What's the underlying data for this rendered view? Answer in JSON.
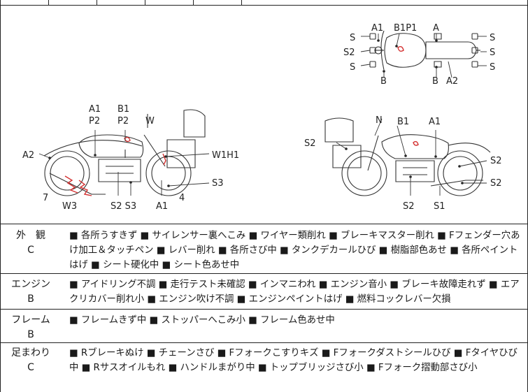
{
  "diagram": {
    "top_labels": {
      "a1": "A1",
      "b1p1": "B1P1",
      "a_top": "A",
      "s1": "S",
      "s2": "S2",
      "s3": "S",
      "b": "B",
      "b2": "B",
      "a2": "A2",
      "rs1": "S",
      "rs2": "S",
      "rs3": "S"
    },
    "left_labels": {
      "a1": "A1",
      "p2": "P2",
      "b1": "B1",
      "p2b": "P2",
      "w": "W",
      "a2": "A2",
      "w1h1": "W1H1",
      "s3r": "S3",
      "n7": "7",
      "w3": "W3",
      "s2s3": "S2 S3",
      "a1b": "A1",
      "n4": "4"
    },
    "right_labels": {
      "n": "N",
      "b1": "B1",
      "a1": "A1",
      "s2l": "S2",
      "s2a": "S2",
      "s2b": "S2",
      "s2c": "S2",
      "s1": "S1"
    }
  },
  "rows": [
    {
      "name": "外　観",
      "grade": "C",
      "text": "■ 各所うすきず ■ サイレンサー裏へこみ ■ ワイヤー類削れ ■ ブレーキマスター削れ ■ Fフェンダー穴あけ加工＆タッチペン ■ レバー削れ ■ 各所さび中 ■ タンクデカールひび ■ 樹脂部色あせ ■ 各所ペイントはげ ■ シート硬化中 ■ シート色あせ中"
    },
    {
      "name": "エンジン",
      "grade": "B",
      "text": "■ アイドリング不調 ■ 走行テスト未確認 ■ インマニわれ ■ エンジン音小 ■ ブレーキ故障走れず ■ エアクリカバー削れ小 ■ エンジン吹け不調 ■ エンジンペイントはげ ■ 燃料コックレバー欠損"
    },
    {
      "name": "フレーム",
      "grade": "B",
      "text": "■ フレームきず中 ■ ストッパーへこみ小 ■ フレーム色あせ中"
    },
    {
      "name": "足まわり",
      "grade": "C",
      "text": "■ Rブレーキぬけ ■ チェーンさび ■ Fフォークこすりキズ ■ Fフォークダストシールひび ■ Fタイヤひび中 ■ Rサスオイルもれ ■ ハンドルまがり中 ■ トップブリッジさび小 ■ Fフォーク摺動部さび小"
    }
  ]
}
